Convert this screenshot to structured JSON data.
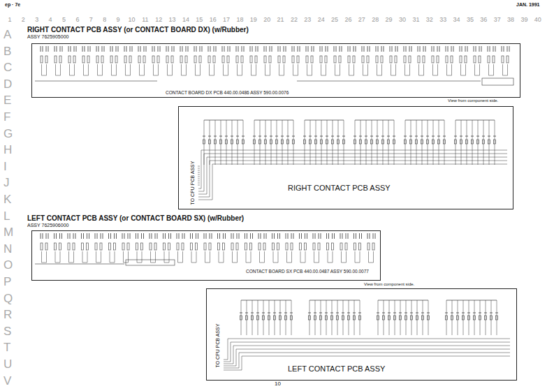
{
  "diagram": {
    "nodes": [
      {
        "text": [
          "CONTACT BOARD DX PCB 440.00.0486 ASSY 590.00.0076"
        ]
      },
      {
        "text": [
          "RIGHT CONTACT PCB ASSY"
        ]
      },
      {
        "text": [
          "CONTACT BOARD SX PCB 440.00.0487 ASSY 590.00.0077"
        ]
      },
      {
        "text": [
          "LEFT CONTACT PCB ASSY"
        ]
      }
    ],
    "labels": [
      "ep · 7e",
      "JAN. 1991",
      "1",
      "2",
      "3",
      "4",
      "5",
      "6",
      "7",
      "8",
      "9",
      "10",
      "11",
      "12",
      "13",
      "14",
      "15",
      "16",
      "17",
      "18",
      "19",
      "20",
      "21",
      "22",
      "23",
      "24",
      "25",
      "26",
      "27",
      "28",
      "29",
      "30",
      "31",
      "32",
      "33",
      "34",
      "35",
      "36",
      "37",
      "38",
      "39",
      "40",
      "A",
      "B",
      "C",
      "D",
      "E",
      "F",
      "G",
      "H",
      "I",
      "J",
      "K",
      "L",
      "M",
      "N",
      "O",
      "P",
      "Q",
      "R",
      "S",
      "T",
      "U",
      "V",
      "RIGHT CONTACT PCB ASSY (or CONTACT BOARD DX) (w/Rubber)",
      "ASSY 7625905000",
      "View from component side.",
      "TO CPU PCB ASSY",
      "LEFT CONTACT PCB ASSY (or CONTACT BOARD SX) (w/Rubber)",
      "ASSY 7625906000",
      "View from component side.",
      "TO CPU PCB ASSY",
      "10"
    ]
  }
}
